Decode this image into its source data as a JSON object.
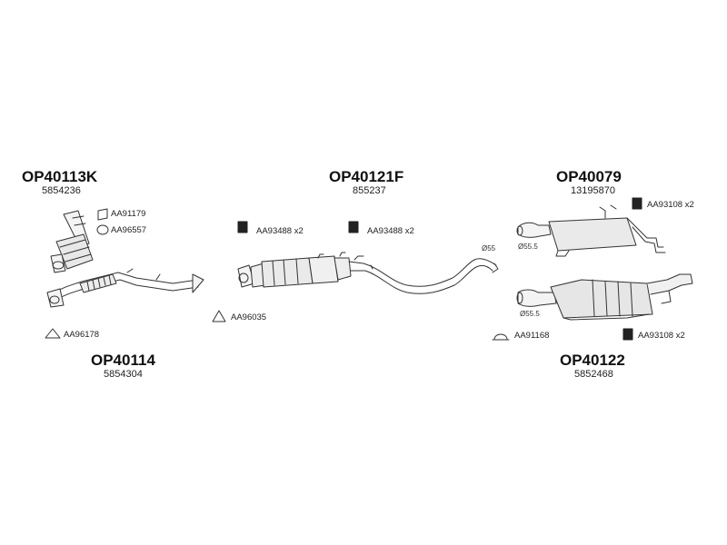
{
  "assemblies": {
    "front": {
      "code": "OP40113K",
      "ref": "5854236"
    },
    "downpipe": {
      "code": "OP40114",
      "ref": "5854304"
    },
    "middle": {
      "code": "OP40121F",
      "ref": "855237"
    },
    "rear_top": {
      "code": "OP40079",
      "ref": "13195870"
    },
    "rear_bottom": {
      "code": "OP40122",
      "ref": "5852468"
    }
  },
  "accessories": {
    "aa91179": "AA91179",
    "aa96557": "AA96557",
    "aa96178": "AA96178",
    "aa96035": "AA96035",
    "aa93488_a": "AA93488 x2",
    "aa93488_b": "AA93488 x2",
    "aa93108_a": "AA93108 x2",
    "aa93108_b": "AA93108 x2",
    "aa91168": "AA91168"
  },
  "diameters": {
    "d55": "Ø55",
    "d555_top": "Ø55.5",
    "d555_bottom": "Ø55.5"
  }
}
